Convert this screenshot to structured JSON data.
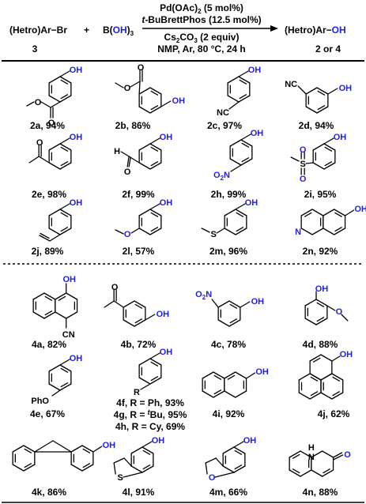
{
  "header": {
    "reactant": "(Hetro)Ar−Br",
    "plus": "+",
    "boron_prefix": "B(",
    "boron_oh": "OH",
    "boron_sub": "3",
    "reactant_id": "3",
    "cond_catalyst": "Pd(OAc)",
    "cond_catalyst_sub": "2",
    "cond_catalyst_rest": " (5 mol%)",
    "cond_ligand_prefix": "t",
    "cond_ligand": "-BuBrettPhos (12.5 mol%)",
    "cond_base_a": "Cs",
    "cond_base_sub1": "2",
    "cond_base_b": "CO",
    "cond_base_sub2": "3",
    "cond_base_c": " (2 equiv)",
    "cond_solvent": "NMP, Ar, 80 °C, 24 h",
    "product_prefix": "(Hetro)Ar−",
    "product_oh": "OH",
    "product_id": "2 or 4"
  },
  "atoms": {
    "OH": "OH",
    "O": "O",
    "N": "N",
    "H": "H",
    "S": "S",
    "CN": "CN",
    "NC": "NC",
    "O2N": "O",
    "O2N_sub": "2",
    "O2N_N": "N",
    "PhO": "PhO",
    "R": "R"
  },
  "compounds": [
    {
      "id": "2a",
      "yield": "94%"
    },
    {
      "id": "2b",
      "yield": "86%"
    },
    {
      "id": "2c",
      "yield": "97%"
    },
    {
      "id": "2d",
      "yield": "94%"
    },
    {
      "id": "2e",
      "yield": "98%"
    },
    {
      "id": "2f",
      "yield": "99%"
    },
    {
      "id": "2h",
      "yield": "99%"
    },
    {
      "id": "2i",
      "yield": "95%"
    },
    {
      "id": "2j",
      "yield": "89%"
    },
    {
      "id": "2l",
      "yield": "57%"
    },
    {
      "id": "2m",
      "yield": "96%"
    },
    {
      "id": "2n",
      "yield": "92%"
    },
    {
      "id": "4a",
      "yield": "82%"
    },
    {
      "id": "4b",
      "yield": "72%"
    },
    {
      "id": "4c",
      "yield": "78%"
    },
    {
      "id": "4d",
      "yield": "88%"
    },
    {
      "id": "4e",
      "yield": "67%"
    },
    {
      "id": "4i",
      "yield": "92%"
    },
    {
      "id": "4j",
      "yield": "62%"
    },
    {
      "id": "4k",
      "yield": "86%"
    },
    {
      "id": "4l",
      "yield": "91%"
    },
    {
      "id": "4m",
      "yield": "66%"
    },
    {
      "id": "4n",
      "yield": "88%"
    }
  ],
  "r_group_list": [
    {
      "id": "4f",
      "r_prefix": ", R = ",
      "r_italic": "",
      "r_value": "Ph",
      "yield": "93%"
    },
    {
      "id": "4g",
      "r_prefix": ", R = ",
      "r_italic": "t",
      "r_value": "Bu",
      "yield": "95%"
    },
    {
      "id": "4h",
      "r_prefix": ", R = ",
      "r_italic": "",
      "r_value": "Cy",
      "yield": "69%"
    }
  ],
  "colors": {
    "hetero_atom": "#1f1fe0",
    "bond": "#000000",
    "text": "#000000"
  }
}
